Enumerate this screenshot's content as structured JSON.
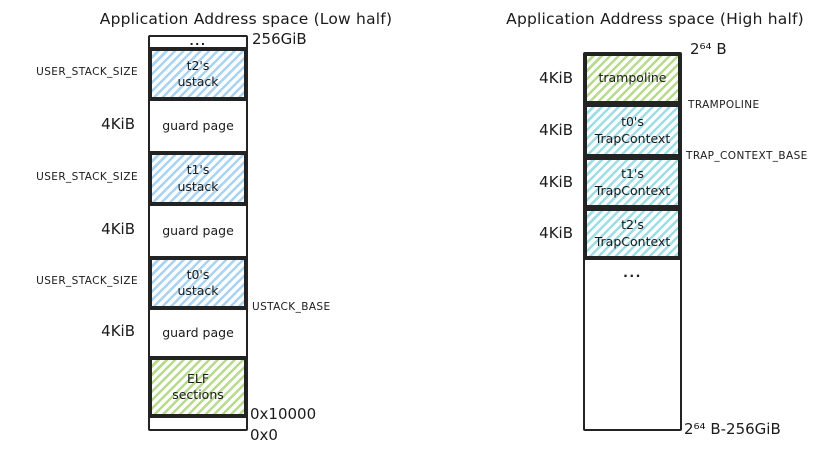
{
  "low": {
    "title": "Application Address space (Low half)",
    "segments": {
      "dots": "...",
      "t2_ustack": "t2's\nustack",
      "guard_a": "guard page",
      "t1_ustack": "t1's\nustack",
      "guard_b": "guard page",
      "t0_ustack": "t0's\nustack",
      "guard_c": "guard page",
      "elf": "ELF\nsections",
      "bottom_gap": ""
    },
    "left_labels": {
      "t2_size": "USER_STACK_SIZE",
      "guard_a_size": "4KiB",
      "t1_size": "USER_STACK_SIZE",
      "guard_b_size": "4KiB",
      "t0_size": "USER_STACK_SIZE",
      "guard_c_size": "4KiB"
    },
    "right_labels": {
      "top_addr": "256GiB",
      "ustack_base": "USTACK_BASE",
      "elf_top_addr": "0x10000",
      "zero_addr": "0x0"
    }
  },
  "high": {
    "title": "Application Address space (High half)",
    "segments": {
      "trampoline": "trampoline",
      "t0_trap": "t0's\nTrapContext",
      "t1_trap": "t1's\nTrapContext",
      "t2_trap": "t2's\nTrapContext",
      "rest": "..."
    },
    "left_labels": {
      "trampoline_size": "4KiB",
      "t0_size": "4KiB",
      "t1_size": "4KiB",
      "t2_size": "4KiB"
    },
    "right_labels": {
      "top_addr": "2⁶⁴ B",
      "trampoline": "TRAMPOLINE",
      "trap_context_base": "TRAP_CONTEXT_BASE",
      "bottom_addr": "2⁶⁴ B-256GiB"
    }
  },
  "colors": {
    "ustack_fill": "#a9d3f2",
    "trap_context_fill": "#9edde6",
    "elf_trampoline_fill": "#b7da8e",
    "border": "#232323",
    "text": "#1b1b1b"
  }
}
